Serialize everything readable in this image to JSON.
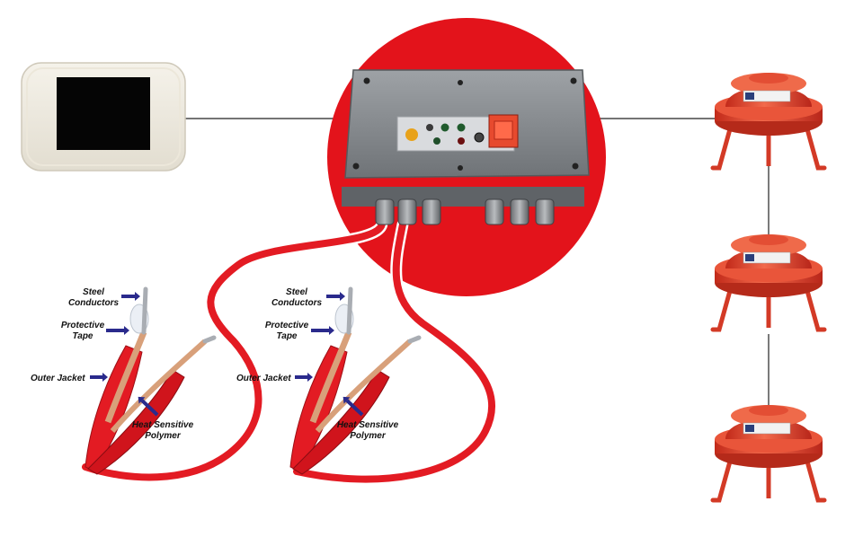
{
  "colors": {
    "red": "#e3131b",
    "cable_red": "#e31b23",
    "arrow": "#2a2a8c",
    "panel_gray": "#8a8e92",
    "sounder_red": "#e8432e"
  },
  "cable_assemblies": [
    {
      "labels": {
        "steel_conductors": "Steel\nConductors",
        "protective_tape": "Protective\nTape",
        "outer_jacket": "Outer Jacket",
        "heat_sensitive_polymer": "Heat Sensitive\nPolymer"
      }
    },
    {
      "labels": {
        "steel_conductors": "Steel\nConductors",
        "protective_tape": "Protective\nTape",
        "outer_jacket": "Outer Jacket",
        "heat_sensitive_polymer": "Heat Sensitive\nPolymer"
      }
    }
  ],
  "icons": {
    "display_panel": "touchscreen-display-icon",
    "control_unit": "control-panel-box-icon",
    "sounder": "alarm-bell-sounder-icon"
  },
  "sounder_count": 3
}
